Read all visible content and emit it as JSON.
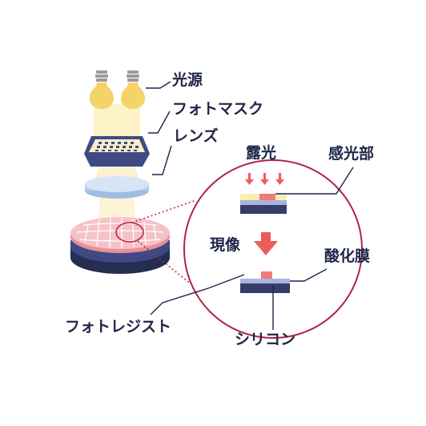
{
  "labels": {
    "light_source": "光源",
    "photomask": "フォトマスク",
    "lens": "レンズ",
    "exposure": "露光",
    "photosensitive_part": "感光部",
    "development": "現像",
    "oxide_film": "酸化膜",
    "photoresist": "フォトレジスト",
    "silicon": "シリコン"
  },
  "colors": {
    "text": "#1f2548",
    "accent_circle": "#b0234f",
    "bulb": "#f3d36a",
    "beam": "#fdf2c8",
    "wafer_pink": "#f3b7bd",
    "wafer_blue": "#3f4a84",
    "wafer_dark": "#262d52",
    "lens_blue": "#c7dcf2",
    "arrow_red": "#ee5b5b",
    "photoresist": "#f7efb2",
    "exposed_part": "#f07a7a",
    "oxide": "#a9b4dd",
    "silicon_dark": "#353d6a"
  },
  "icons": {
    "bulbs": "light-bulb-icon",
    "process_arrow": "down-arrow-icon",
    "exposure_arrows": "down-arrow-icon"
  }
}
